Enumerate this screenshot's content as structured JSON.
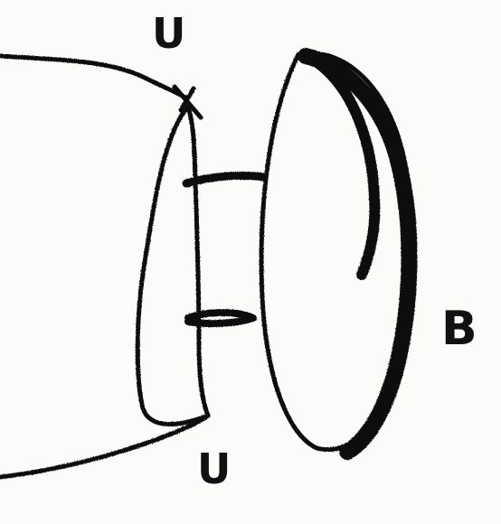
{
  "labels": {
    "u_top": "U",
    "u_bottom": "U",
    "b": "B"
  },
  "colors": {
    "ink": "#111111",
    "paper": "#fbfbfa"
  }
}
